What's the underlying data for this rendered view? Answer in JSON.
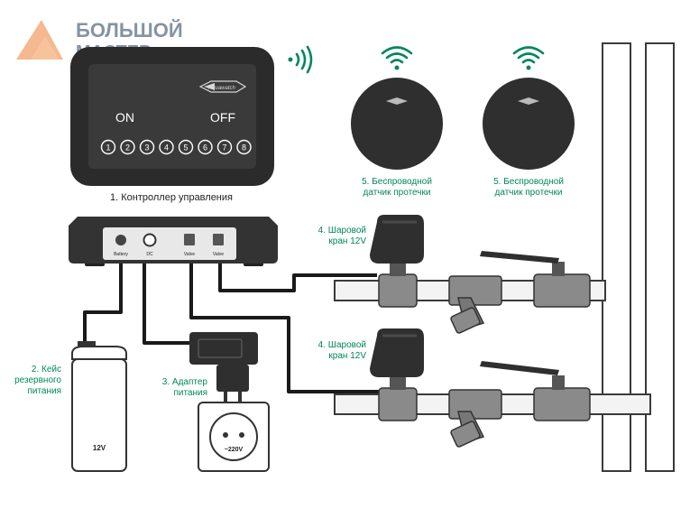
{
  "logo": {
    "line1": "БОЛЬШОЙ",
    "line2": "МАСТЕР",
    "color": "#1f3b57",
    "accent": "#f2a06a"
  },
  "controller": {
    "on_label": "ON",
    "off_label": "OFF",
    "brand_label": "Aquawatch",
    "zones": [
      "1",
      "2",
      "3",
      "4",
      "5",
      "6",
      "7",
      "8"
    ],
    "caption": "1. Контроллер управления"
  },
  "hub": {
    "ports": [
      "Battery",
      "DC",
      "Valve",
      "Valve"
    ]
  },
  "sensors": [
    {
      "caption_line1": "5. Беспроводной",
      "caption_line2": "датчик протечки"
    },
    {
      "caption_line1": "5. Беспроводной",
      "caption_line2": "датчик протечки"
    }
  ],
  "valves": [
    {
      "caption_line1": "4. Шаровой",
      "caption_line2": "кран 12V"
    },
    {
      "caption_line1": "4. Шаровой",
      "caption_line2": "кран 12V"
    }
  ],
  "battery": {
    "label": "12V",
    "caption_line1": "2. Кейс",
    "caption_line2": "резервного",
    "caption_line3": "питания"
  },
  "adapter": {
    "caption_line1": "3. Адаптер",
    "caption_line2": "питания"
  },
  "socket": {
    "label": "~220V"
  },
  "colors": {
    "dark": "#2d2d2d",
    "green": "#00875a",
    "pipe_fill": "#f3f3f3",
    "pipe_stroke": "#3a3a3a",
    "cable": "#1a1a1a"
  }
}
